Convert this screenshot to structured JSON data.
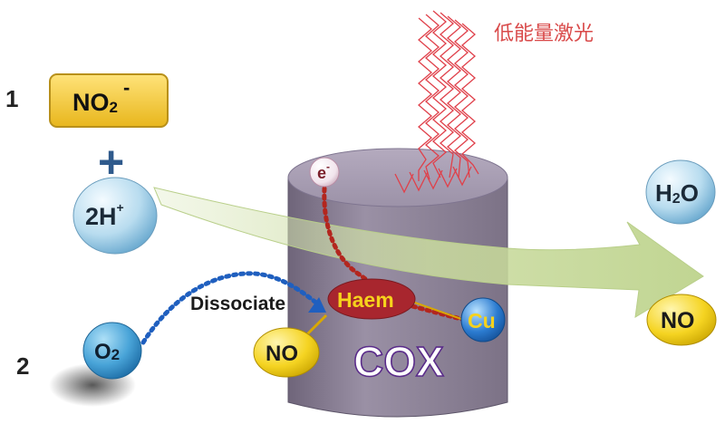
{
  "steps": {
    "one": "1",
    "two": "2"
  },
  "nitrite": {
    "base": "NO",
    "sub": "2",
    "sup": "-"
  },
  "plus": "+",
  "proton": {
    "base": "2H",
    "sup": "+"
  },
  "oxygen": {
    "base": "O",
    "sub": "2"
  },
  "dissociate": "Dissociate",
  "electron": {
    "base": "e",
    "sup": "-"
  },
  "laser_label": "低能量激光",
  "haem": "Haem",
  "cu": "Cu",
  "no_left": "NO",
  "cox": "COX",
  "water": {
    "h": "H",
    "sub": "2",
    "o": "O"
  },
  "no_right": "NO",
  "colors": {
    "cylinder": "#8e8398",
    "cylinder_top": "#a79db2",
    "laser": "#e0404a",
    "nitrite_box": "#f2c531",
    "arrow": "#c9dba0",
    "dotted_blue": "#1f5fbf",
    "dotted_red": "#b3261e",
    "cox_text": "#5a2b8a"
  }
}
